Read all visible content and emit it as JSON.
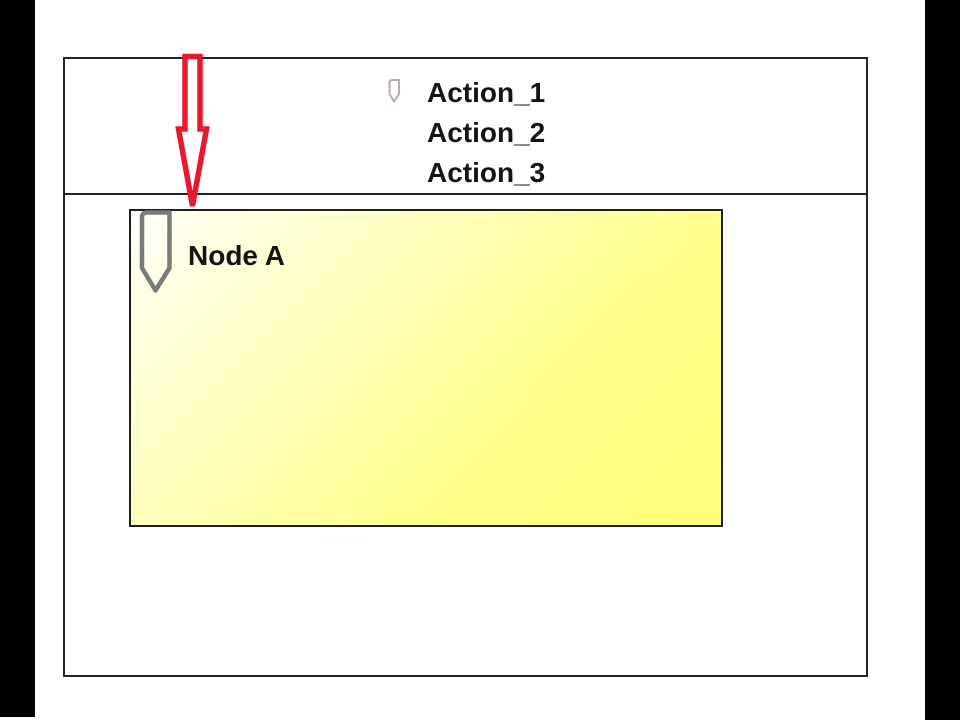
{
  "panel": {
    "border_color": "#242424",
    "background": "#ffffff",
    "letterbox_color": "#000000"
  },
  "actions": {
    "items": [
      "Action_1",
      "Action_2",
      "Action_3"
    ],
    "icon": "pen-nib-icon",
    "icon_color": "#c4a6a6",
    "text_color": "#141414"
  },
  "node": {
    "label": "Node A",
    "fill_start": "#fffffa",
    "fill_end": "#ffff7a",
    "border_color": "#1f1f1f",
    "icon": "pen-nib-icon",
    "icon_color": "#7a7a7a",
    "text_color": "#141414"
  },
  "arrow": {
    "icon": "red-down-arrow-icon",
    "stroke_color": "#e8192c",
    "fill_color": "#ffffff"
  }
}
